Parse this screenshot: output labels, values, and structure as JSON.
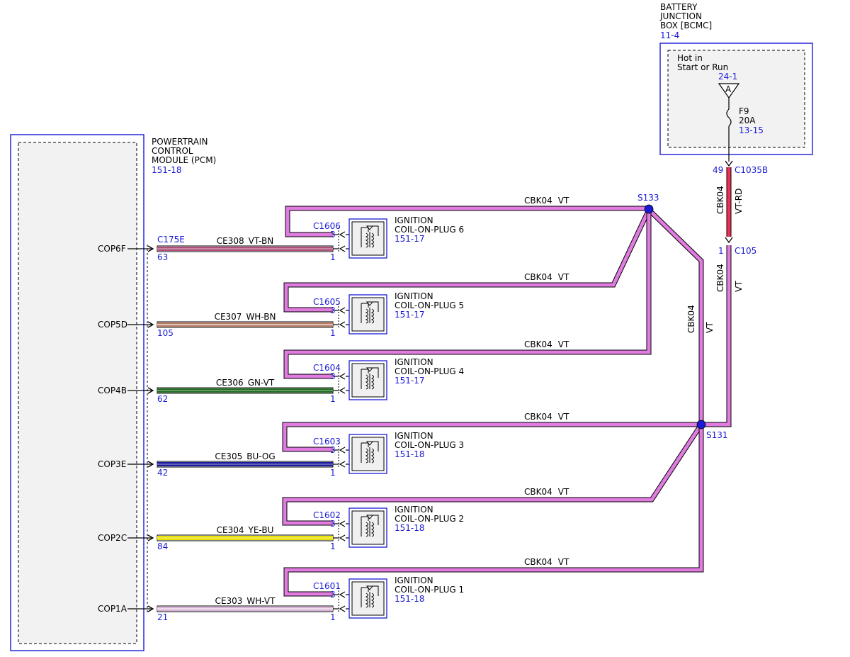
{
  "pcm": {
    "name_lines": [
      "POWERTRAIN",
      "CONTROL",
      "MODULE (PCM)"
    ],
    "ref": "151-18",
    "connector": "C175E"
  },
  "bjb": {
    "name_lines": [
      "BATTERY",
      "JUNCTION",
      "BOX [BCMC]"
    ],
    "ref": "11-4",
    "hot_lines": [
      "Hot in",
      "Start or Run"
    ],
    "bus_ref": "24-1",
    "bus_letter": "A",
    "fuse_name": "F9",
    "fuse_rating": "20A",
    "fuse_ref": "13-15",
    "conn_pin": "49",
    "conn_name": "C1035B"
  },
  "feed": {
    "upper_circuit": "CBK04",
    "upper_color": "VT-RD",
    "inline_pin": "1",
    "inline_conn": "C105",
    "lower_circuit": "CBK04",
    "lower_color": "VT"
  },
  "splices": {
    "s133": "S133",
    "s131": "S131",
    "trunk_circuit": "CBK04",
    "trunk_color": "VT"
  },
  "colors": {
    "VT": "#e07be0",
    "VT-RD": "#ef2f55",
    "VT-BN": "#b0507a",
    "WH-BN": "#b87a60",
    "GN-VT": "#1f6b1f",
    "BU-OG": "#1a1a9e",
    "YE-BU": "#e8e000",
    "WH-VT": "#d8b0d8",
    "module": "#1a1ad6",
    "splice": "#1a1ad6"
  },
  "channels": [
    {
      "pin_name": "COP6F",
      "pcm_pin": "63",
      "circuit": "CE308",
      "wire": "VT-BN",
      "conn": "C1606",
      "pin_top": "3",
      "pin_bot": "1",
      "name_lines": [
        "IGNITION",
        "COIL-ON-PLUG 6"
      ],
      "ref": "151-17",
      "feed_circuit": "CBK04",
      "feed_color": "VT"
    },
    {
      "pin_name": "COP5D",
      "pcm_pin": "105",
      "circuit": "CE307",
      "wire": "WH-BN",
      "conn": "C1605",
      "pin_top": "3",
      "pin_bot": "1",
      "name_lines": [
        "IGNITION",
        "COIL-ON-PLUG 5"
      ],
      "ref": "151-17",
      "feed_circuit": "CBK04",
      "feed_color": "VT"
    },
    {
      "pin_name": "COP4B",
      "pcm_pin": "62",
      "circuit": "CE306",
      "wire": "GN-VT",
      "conn": "C1604",
      "pin_top": "3",
      "pin_bot": "1",
      "name_lines": [
        "IGNITION",
        "COIL-ON-PLUG 4"
      ],
      "ref": "151-17",
      "feed_circuit": "CBK04",
      "feed_color": "VT"
    },
    {
      "pin_name": "COP3E",
      "pcm_pin": "42",
      "circuit": "CE305",
      "wire": "BU-OG",
      "conn": "C1603",
      "pin_top": "3",
      "pin_bot": "1",
      "name_lines": [
        "IGNITION",
        "COIL-ON-PLUG 3"
      ],
      "ref": "151-18",
      "feed_circuit": "CBK04",
      "feed_color": "VT"
    },
    {
      "pin_name": "COP2C",
      "pcm_pin": "84",
      "circuit": "CE304",
      "wire": "YE-BU",
      "conn": "C1602",
      "pin_top": "3",
      "pin_bot": "1",
      "name_lines": [
        "IGNITION",
        "COIL-ON-PLUG 2"
      ],
      "ref": "151-18",
      "feed_circuit": "CBK04",
      "feed_color": "VT"
    },
    {
      "pin_name": "COP1A",
      "pcm_pin": "21",
      "circuit": "CE303",
      "wire": "WH-VT",
      "conn": "C1601",
      "pin_top": "3",
      "pin_bot": "1",
      "name_lines": [
        "IGNITION",
        "COIL-ON-PLUG 1"
      ],
      "ref": "151-18",
      "feed_circuit": "CBK04",
      "feed_color": "VT"
    }
  ]
}
